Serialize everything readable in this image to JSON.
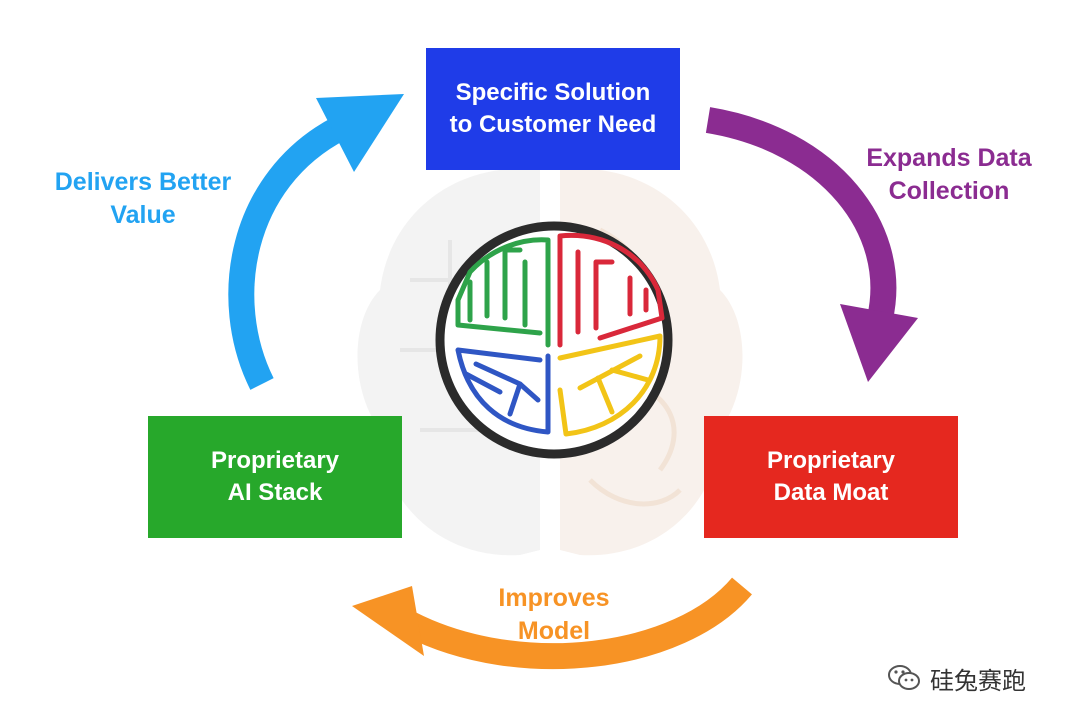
{
  "colors": {
    "blue_box": "#1f3ce8",
    "green_box": "#27a82b",
    "red_box": "#e5281f",
    "blue_arrow": "#22a3f2",
    "purple_arrow": "#8b2c91",
    "orange_arrow": "#f79325",
    "brain_green": "#2ea34a",
    "brain_red": "#d9283a",
    "brain_blue": "#2f56c4",
    "brain_yellow": "#f2c417",
    "circle_ring": "#2b2b2b"
  },
  "nodes": {
    "top": "Specific Solution\nto Customer Need",
    "left": "Proprietary\nAI Stack",
    "right": "Proprietary\nData Moat"
  },
  "edges": {
    "left": "Delivers Better\nValue",
    "right": "Expands Data\nCollection",
    "bottom": "Improves\nModel"
  },
  "center": {
    "icon": "circuit-brain-icon"
  },
  "watermark": {
    "icon": "wechat-icon",
    "text": "硅兔赛跑"
  }
}
